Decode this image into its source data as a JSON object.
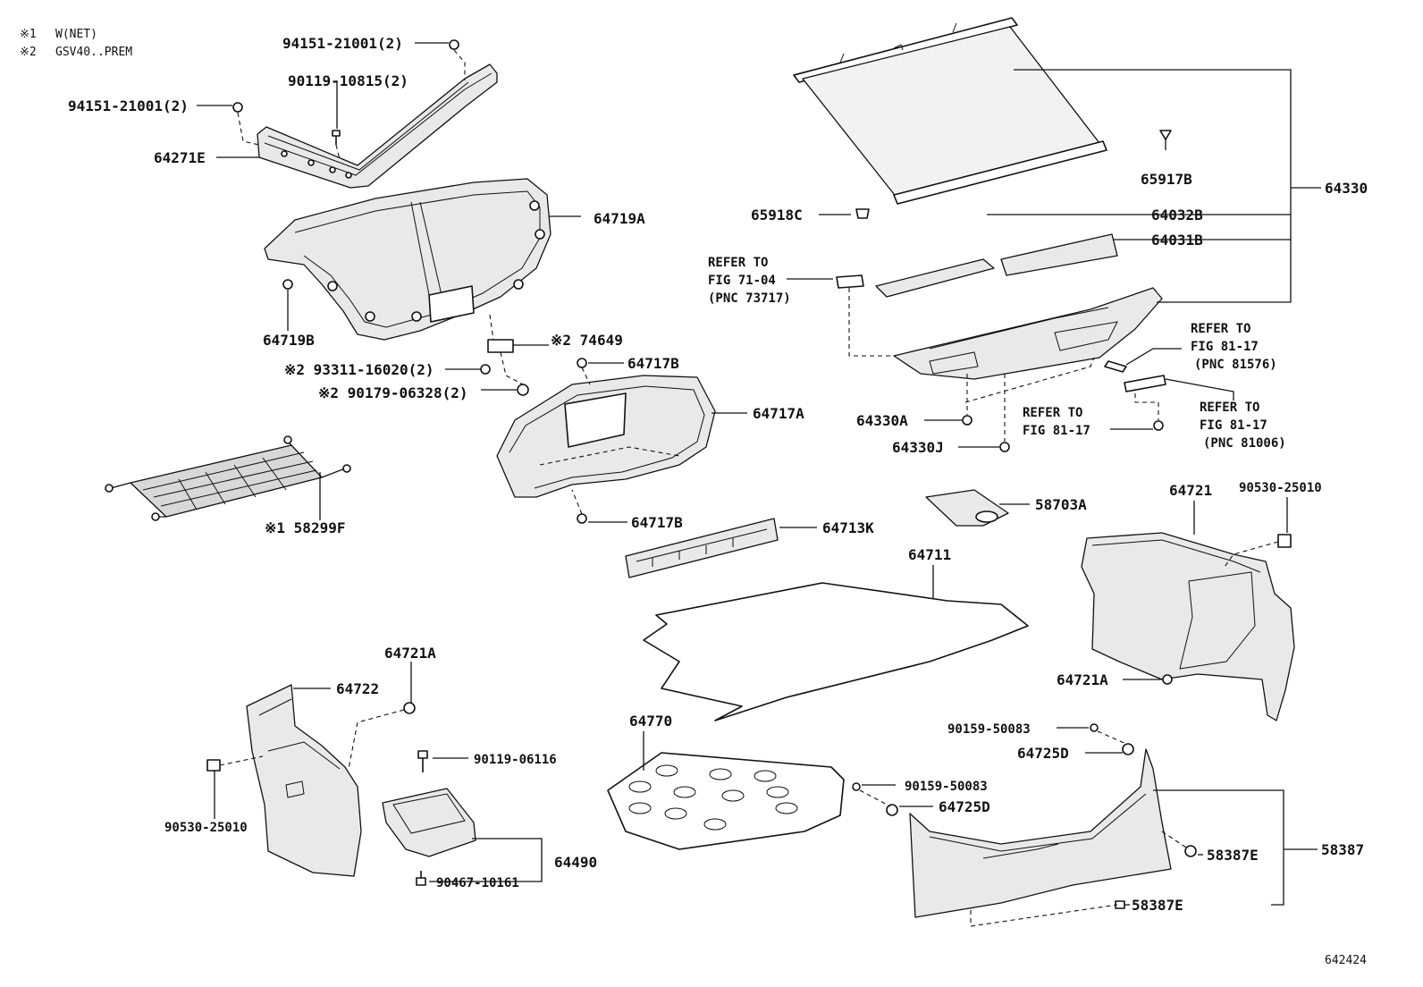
{
  "notes": [
    {
      "mark": "※1",
      "text": "W(NET)"
    },
    {
      "mark": "※2",
      "text": "GSV40..PREM"
    }
  ],
  "figure_number": "642424",
  "labels": {
    "p94151_a": "94151-21001(2)",
    "p90119_10815": "90119-10815(2)",
    "p94151_b": "94151-21001(2)",
    "p64271E": "64271E",
    "p64719A": "64719A",
    "p64719B": "64719B",
    "p74649": "※2 74649",
    "p93311": "※2 93311-16020(2)",
    "p90179": "※2 90179-06328(2)",
    "p64717B_top": "64717B",
    "p64717A": "64717A",
    "p64717B_bot": "64717B",
    "p58299F": "※1 58299F",
    "p64713K": "64713K",
    "p64711": "64711",
    "p58703A": "58703A",
    "p64721": "64721",
    "p90530_r": "90530-25010",
    "p64721A_r": "64721A",
    "p64721A_l": "64721A",
    "p64722": "64722",
    "p90530_l": "90530-25010",
    "p90119_06116": "90119-06116",
    "p64490": "64490",
    "p90467": "90467-10161",
    "p64770": "64770",
    "p90159_a": "90159-50083",
    "p64725D_a": "64725D",
    "p90159_b": "90159-50083",
    "p64725D_b": "64725D",
    "p58387": "58387",
    "p58387E_a": "58387E",
    "p58387E_b": "58387E",
    "p65917B": "65917B",
    "p64330": "64330",
    "p65918C": "65918C",
    "p64032B": "64032B",
    "p64031B": "64031B",
    "p64330A": "64330A",
    "p64330J": "64330J"
  },
  "refs": {
    "r1": [
      "REFER TO",
      "FIG 71-04",
      "(PNC 73717)"
    ],
    "r2": [
      "REFER TO",
      "FIG 81-17",
      "(PNC 81576)"
    ],
    "r3": [
      "REFER TO",
      "FIG 81-17"
    ],
    "r4": [
      "REFER TO",
      "FIG 81-17",
      "(PNC 81006)"
    ]
  }
}
